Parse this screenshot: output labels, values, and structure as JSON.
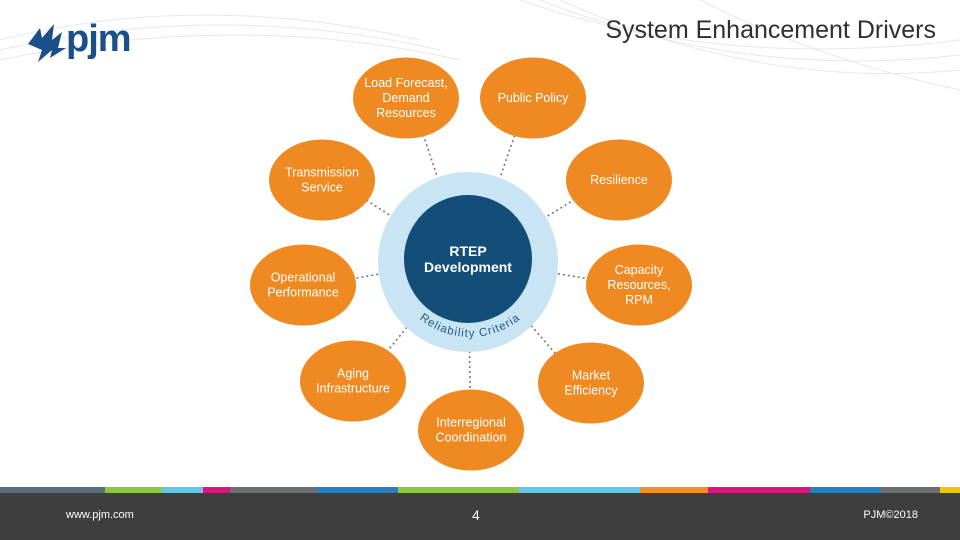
{
  "header": {
    "logo_text": "pjm",
    "title": "System Enhancement Drivers"
  },
  "diagram": {
    "center": {
      "line1": "RTEP",
      "line2": "Development"
    },
    "ring_text": "Reliability Criteria",
    "nodes": [
      {
        "id": "load-forecast",
        "lines": [
          "Load Forecast,",
          "Demand",
          "Resources"
        ]
      },
      {
        "id": "public-policy",
        "lines": [
          "Public Policy"
        ]
      },
      {
        "id": "resilience",
        "lines": [
          "Resilience"
        ]
      },
      {
        "id": "capacity",
        "lines": [
          "Capacity",
          "Resources,",
          "RPM"
        ]
      },
      {
        "id": "market-efficiency",
        "lines": [
          "Market",
          "Efficiency"
        ]
      },
      {
        "id": "interregional",
        "lines": [
          "Interregional",
          "Coordination"
        ]
      },
      {
        "id": "aging",
        "lines": [
          "Aging",
          "Infrastructure"
        ]
      },
      {
        "id": "operational",
        "lines": [
          "Operational",
          "Performance"
        ]
      },
      {
        "id": "transmission",
        "lines": [
          "Transmission",
          "Service"
        ]
      }
    ],
    "colors": {
      "node": "#ef8a22",
      "center": "#124e78",
      "ring": "#c9e4f3",
      "connector": "#777777"
    }
  },
  "stripe_colors": [
    "#5d6d7e",
    "#8dc63f",
    "#6bc4e8",
    "#d6187c",
    "#6d6e71",
    "#2c7fb8",
    "#8dc63f",
    "#6bc4e8",
    "#f29221",
    "#d6187c",
    "#2c7fb8",
    "#6d6e71",
    "#f2c500"
  ],
  "footer": {
    "website": "www.pjm.com",
    "page_number": "4",
    "copyright": "PJM©2018"
  }
}
